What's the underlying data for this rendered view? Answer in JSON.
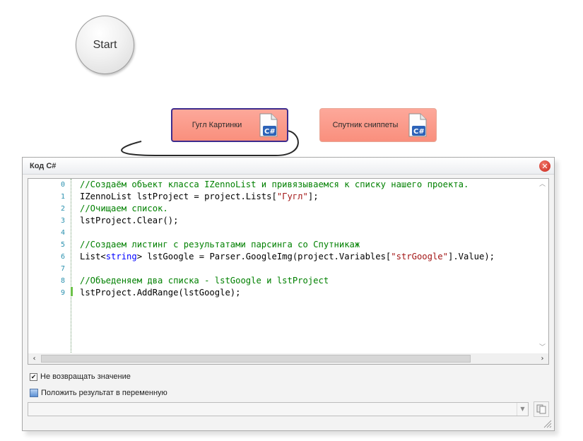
{
  "canvas": {
    "start_label": "Start",
    "nodes": [
      {
        "label": "Гугл Картинки",
        "icon": "csharp-file-icon",
        "selected": true
      },
      {
        "label": "Спутник сниппеты",
        "icon": "csharp-file-icon",
        "selected": false
      }
    ]
  },
  "dialog": {
    "title": "Код C#",
    "close_icon": "close-icon",
    "editor": {
      "line_numbers": [
        "0",
        "1",
        "2",
        "3",
        "4",
        "5",
        "6",
        "7",
        "8",
        "9"
      ],
      "lines": [
        [
          {
            "t": "//Создаём объект класса IZennoList и привязываемся к списку нашего проекта.",
            "c": "comment"
          }
        ],
        [
          {
            "t": "IZennoList lstProject = project.Lists[",
            "c": "plain"
          },
          {
            "t": "\"Гугл\"",
            "c": "string"
          },
          {
            "t": "];",
            "c": "plain"
          }
        ],
        [
          {
            "t": "//Очищаем список.",
            "c": "comment"
          }
        ],
        [
          {
            "t": "lstProject.Clear();",
            "c": "plain"
          }
        ],
        [
          {
            "t": "",
            "c": "plain"
          }
        ],
        [
          {
            "t": "//Создаем листинг с результатами парсинга со Спутникаж",
            "c": "comment"
          }
        ],
        [
          {
            "t": "List<",
            "c": "plain"
          },
          {
            "t": "string",
            "c": "keyword"
          },
          {
            "t": "> lstGoogle = Parser.GoogleImg(project.Variables[",
            "c": "plain"
          },
          {
            "t": "\"strGoogle\"",
            "c": "string"
          },
          {
            "t": "].Value);",
            "c": "plain"
          }
        ],
        [
          {
            "t": "",
            "c": "plain"
          }
        ],
        [
          {
            "t": "//Объеденяем два списка - lstGoogle и lstProject",
            "c": "comment"
          }
        ],
        [
          {
            "t": "lstProject.AddRange(lstGoogle);",
            "c": "plain"
          }
        ]
      ]
    },
    "options": {
      "no_return_label": "Не возвращать значение",
      "no_return_checked": true,
      "put_result_label": "Положить результат в переменную",
      "variable_value": ""
    }
  }
}
